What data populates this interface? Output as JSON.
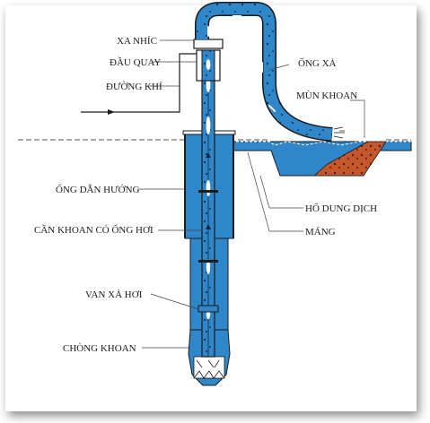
{
  "labels": {
    "xa_nhic": "XA NHÍC",
    "dau_quay": "ĐẦU QUAY",
    "duong_khi": "ĐƯỜNG KHÍ",
    "ong_xa": "ỐNG XẢ",
    "mun_khoan": "MÙN KHOAN",
    "ong_dan_huong": "ỐNG DẪN HƯỚNG",
    "ho_dung_dich": "HỐ DUNG DỊCH",
    "can_khoan": "CẦN KHOAN CÓ ỐNG HƠI",
    "mang": "MÁNG",
    "van_xa_hoi": "VAN XẢ HƠI",
    "chong_khoan": "CHÒNG KHOAN"
  },
  "colors": {
    "water": "#2f86c9",
    "water_light": "#5aa7dd",
    "sediment": "#c4572c",
    "pipe_line": "#1b1b1b"
  }
}
